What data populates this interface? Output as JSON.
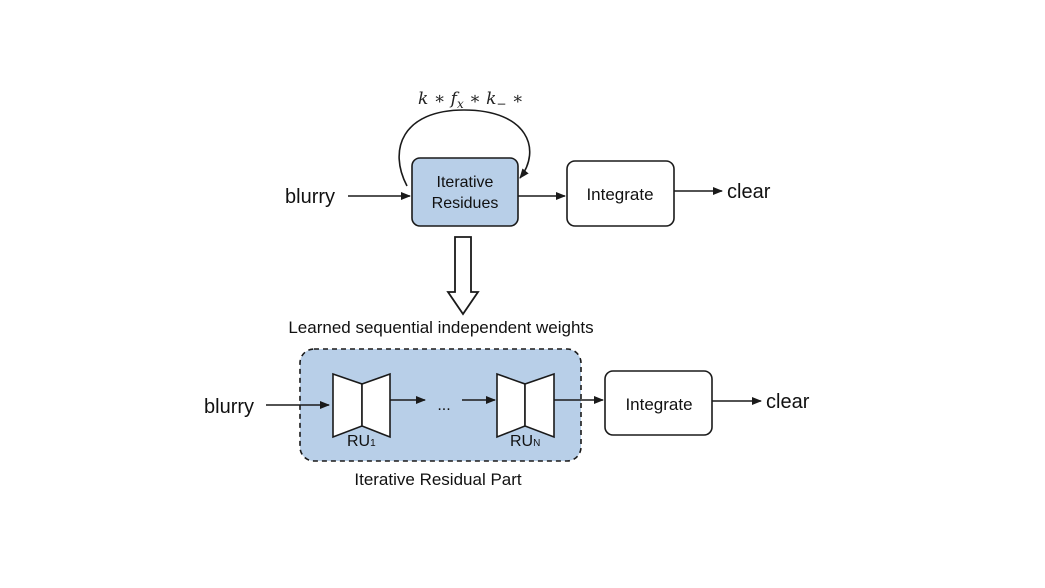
{
  "colors": {
    "stroke": "#1a1a1a",
    "box_fill": "#ffffff",
    "highlight_fill": "#b8cfe8",
    "region_fill": "#b8cfe8"
  },
  "top": {
    "loop_label": "k ∗ f",
    "loop_label_sub": "x",
    "loop_label_tail": " ∗ k",
    "loop_label_sub2": "−",
    "loop_label_end": " ∗",
    "input_label": "blurry",
    "residues_line1": "Iterative",
    "residues_line2": "Residues",
    "integrate_label": "Integrate",
    "output_label": "clear"
  },
  "transition": {
    "caption": "Learned sequential independent weights"
  },
  "bottom": {
    "input_label": "blurry",
    "ru_first": "RU",
    "ru_first_sub": "1",
    "ellipsis": "...",
    "ru_last": "RU",
    "ru_last_sub": "N",
    "integrate_label": "Integrate",
    "output_label": "clear",
    "region_caption": "Iterative Residual Part"
  }
}
